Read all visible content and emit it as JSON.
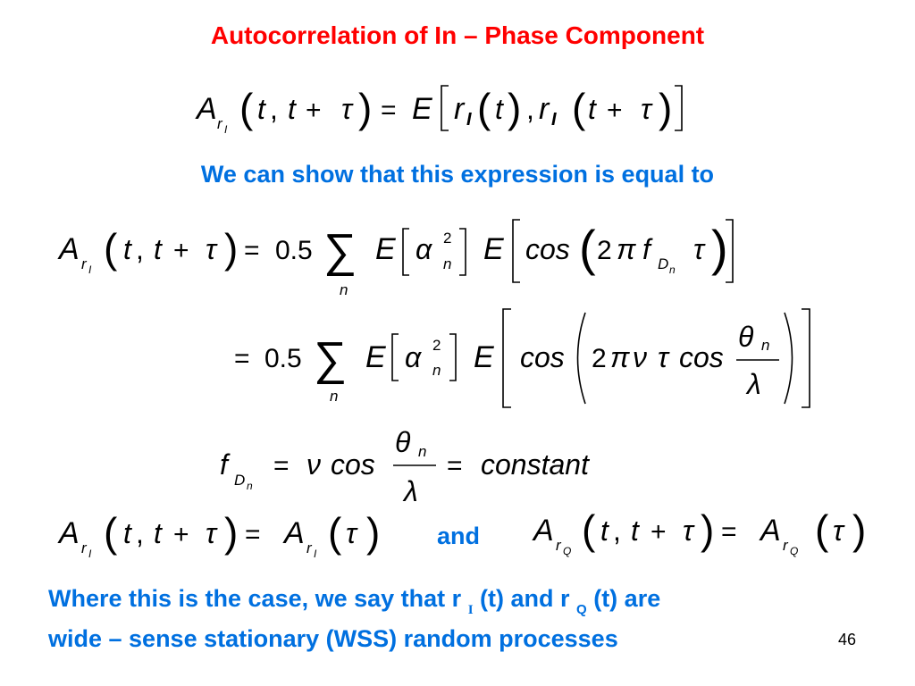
{
  "slide": {
    "title": "Autocorrelation of In – Phase Component",
    "intro": "We can show that this expression is equal to",
    "and_text": "and",
    "conclusion": {
      "part1": "Where this is the case, we say that r ",
      "sub_i": "I",
      "part2": " (t)  and r ",
      "sub_q": "Q",
      "part3": " (t) are",
      "line2": "wide – sense stationary (WSS) random processes"
    },
    "page_number": "46"
  },
  "equations": {
    "half": "0.5",
    "two": "2",
    "squared": "2",
    "constant": "constant",
    "cos": "cos",
    "letters": {
      "A": "A",
      "E": "E",
      "t": "t",
      "r": "r",
      "f": "f",
      "n": "n",
      "I": "I",
      "Q": "Q",
      "D": "D",
      "I_bold": "I"
    },
    "symbols": {
      "tau": "τ",
      "alpha": "α",
      "pi": "π",
      "nu": "ν",
      "theta": "θ",
      "lambda": "λ",
      "sum": "∑",
      "plus": "+",
      "equals": "=",
      "comma": ",",
      "lparen": "(",
      "rparen": ")",
      "lbrack": "[",
      "rbrack": "]"
    }
  }
}
